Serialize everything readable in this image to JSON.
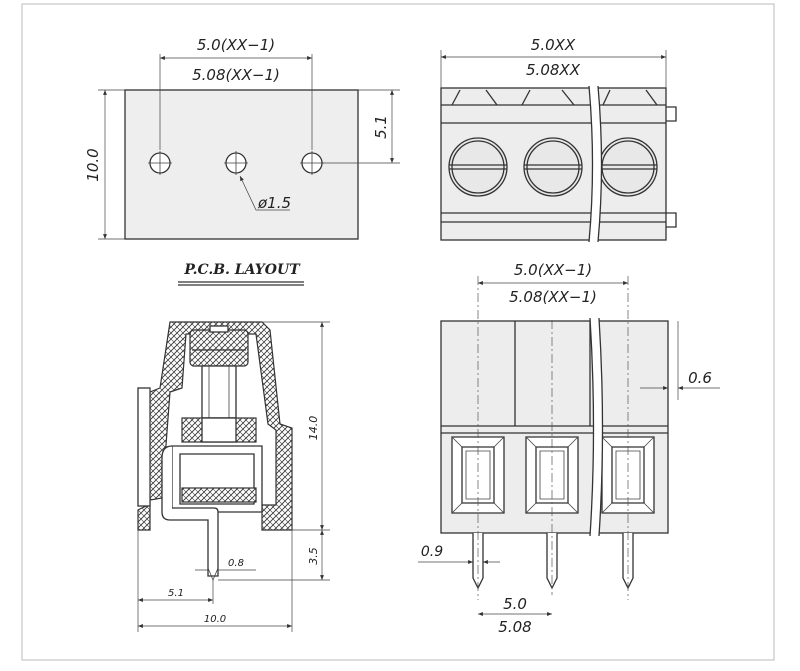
{
  "diagram": {
    "pcb_layout": {
      "title": "P.C.B.  LAYOUT",
      "pitch_a": "5.0(XX−1)",
      "pitch_b": "5.08(XX−1)",
      "height": "10.0",
      "offset": "5.1",
      "hole": "ø1.5"
    },
    "top_view": {
      "width_a": "5.0XX",
      "width_b": "5.08XX"
    },
    "side_view": {
      "height": "14.0",
      "pin_length": "3.5",
      "pin_width": "0.8",
      "pin_offset": "5.1",
      "depth": "10.0"
    },
    "front_view": {
      "pitch_a": "5.0(XX−1)",
      "pitch_b": "5.08(XX−1)",
      "gap": "0.6",
      "pin_width": "0.9",
      "pin_pitch_a": "5.0",
      "pin_pitch_b": "5.08"
    },
    "colors": {
      "line": "#333333",
      "body_fill": "#ededed",
      "frame": "#bbbbbb"
    }
  }
}
